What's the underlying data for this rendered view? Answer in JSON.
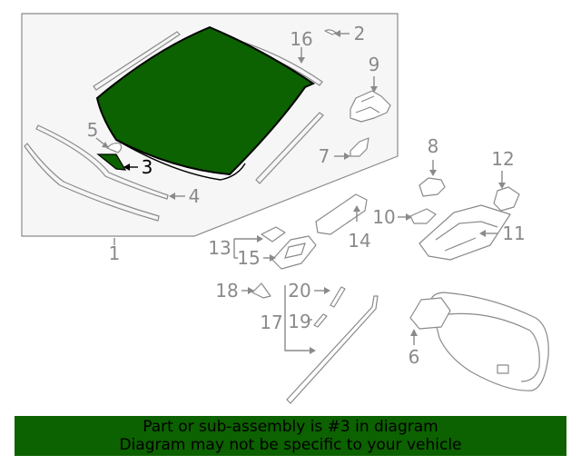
{
  "callouts": {
    "c1": "1",
    "c2": "2",
    "c3": "3",
    "c4": "4",
    "c5": "5",
    "c6": "6",
    "c7": "7",
    "c8": "8",
    "c9": "9",
    "c10": "10",
    "c11": "11",
    "c12": "12",
    "c13": "13",
    "c14": "14",
    "c15": "15",
    "c16": "16",
    "c17": "17",
    "c18": "18",
    "c19": "19",
    "c20": "20"
  },
  "banner": {
    "line1": "Part or sub-assembly is #3 in diagram",
    "line2": "Diagram may not be specific to your vehicle"
  },
  "colors": {
    "highlight": "#0c6100",
    "line_gray": "#8a8a8a",
    "panel_bg": "#f6f6f6"
  }
}
